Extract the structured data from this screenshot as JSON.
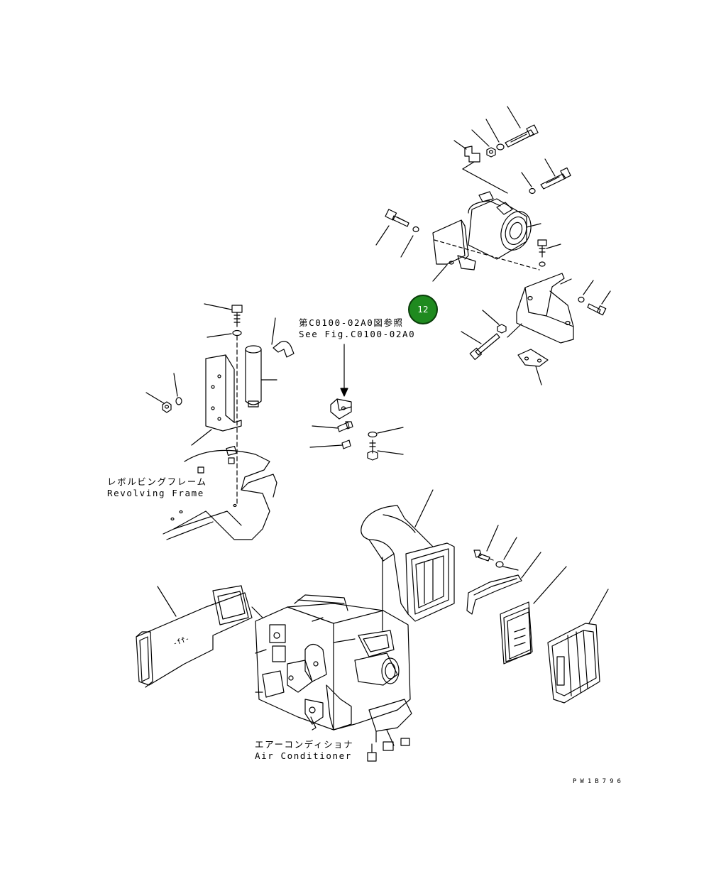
{
  "labels": {
    "see_fig_ja": "第C0100-02A0図参照",
    "see_fig_en": "See Fig.C0100-02A0",
    "frame_ja": "レボルビングフレーム",
    "frame_en": "Revolving Frame",
    "ac_ja": "エアーコンディショナ",
    "ac_en": "Air Conditioner",
    "drawing_code": "PW1B796"
  },
  "callout": {
    "number": "12",
    "color": "#1f8a1f"
  },
  "icons": [
    "bolt-icon",
    "washer-icon",
    "nut-icon",
    "duct-icon",
    "filter-icon"
  ]
}
